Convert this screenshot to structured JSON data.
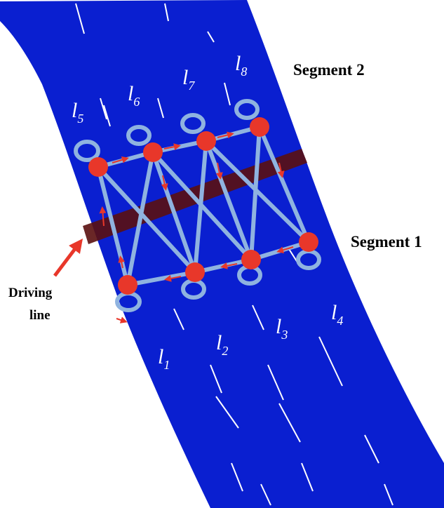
{
  "labels": {
    "segment_2": "Segment 2",
    "segment_1": "Segment 1",
    "driving_line_1": "Driving",
    "driving_line_2": "line"
  },
  "lanes": [
    {
      "id": "l1",
      "base": "l",
      "sub": "1"
    },
    {
      "id": "l2",
      "base": "l",
      "sub": "2"
    },
    {
      "id": "l3",
      "base": "l",
      "sub": "3"
    },
    {
      "id": "l4",
      "base": "l",
      "sub": "4"
    },
    {
      "id": "l5",
      "base": "l",
      "sub": "5"
    },
    {
      "id": "l6",
      "base": "l",
      "sub": "6"
    },
    {
      "id": "l7",
      "base": "l",
      "sub": "7"
    },
    {
      "id": "l8",
      "base": "l",
      "sub": "8"
    }
  ],
  "colors": {
    "road": "#0a1fd0",
    "lane_marking": "#ffffff",
    "node": "#e8372a",
    "edge": "#8fb3e0",
    "driving_line": "#5a0f0f",
    "arrow": "#e8372a",
    "text_dark": "#000000",
    "text_light": "#ffffff"
  }
}
